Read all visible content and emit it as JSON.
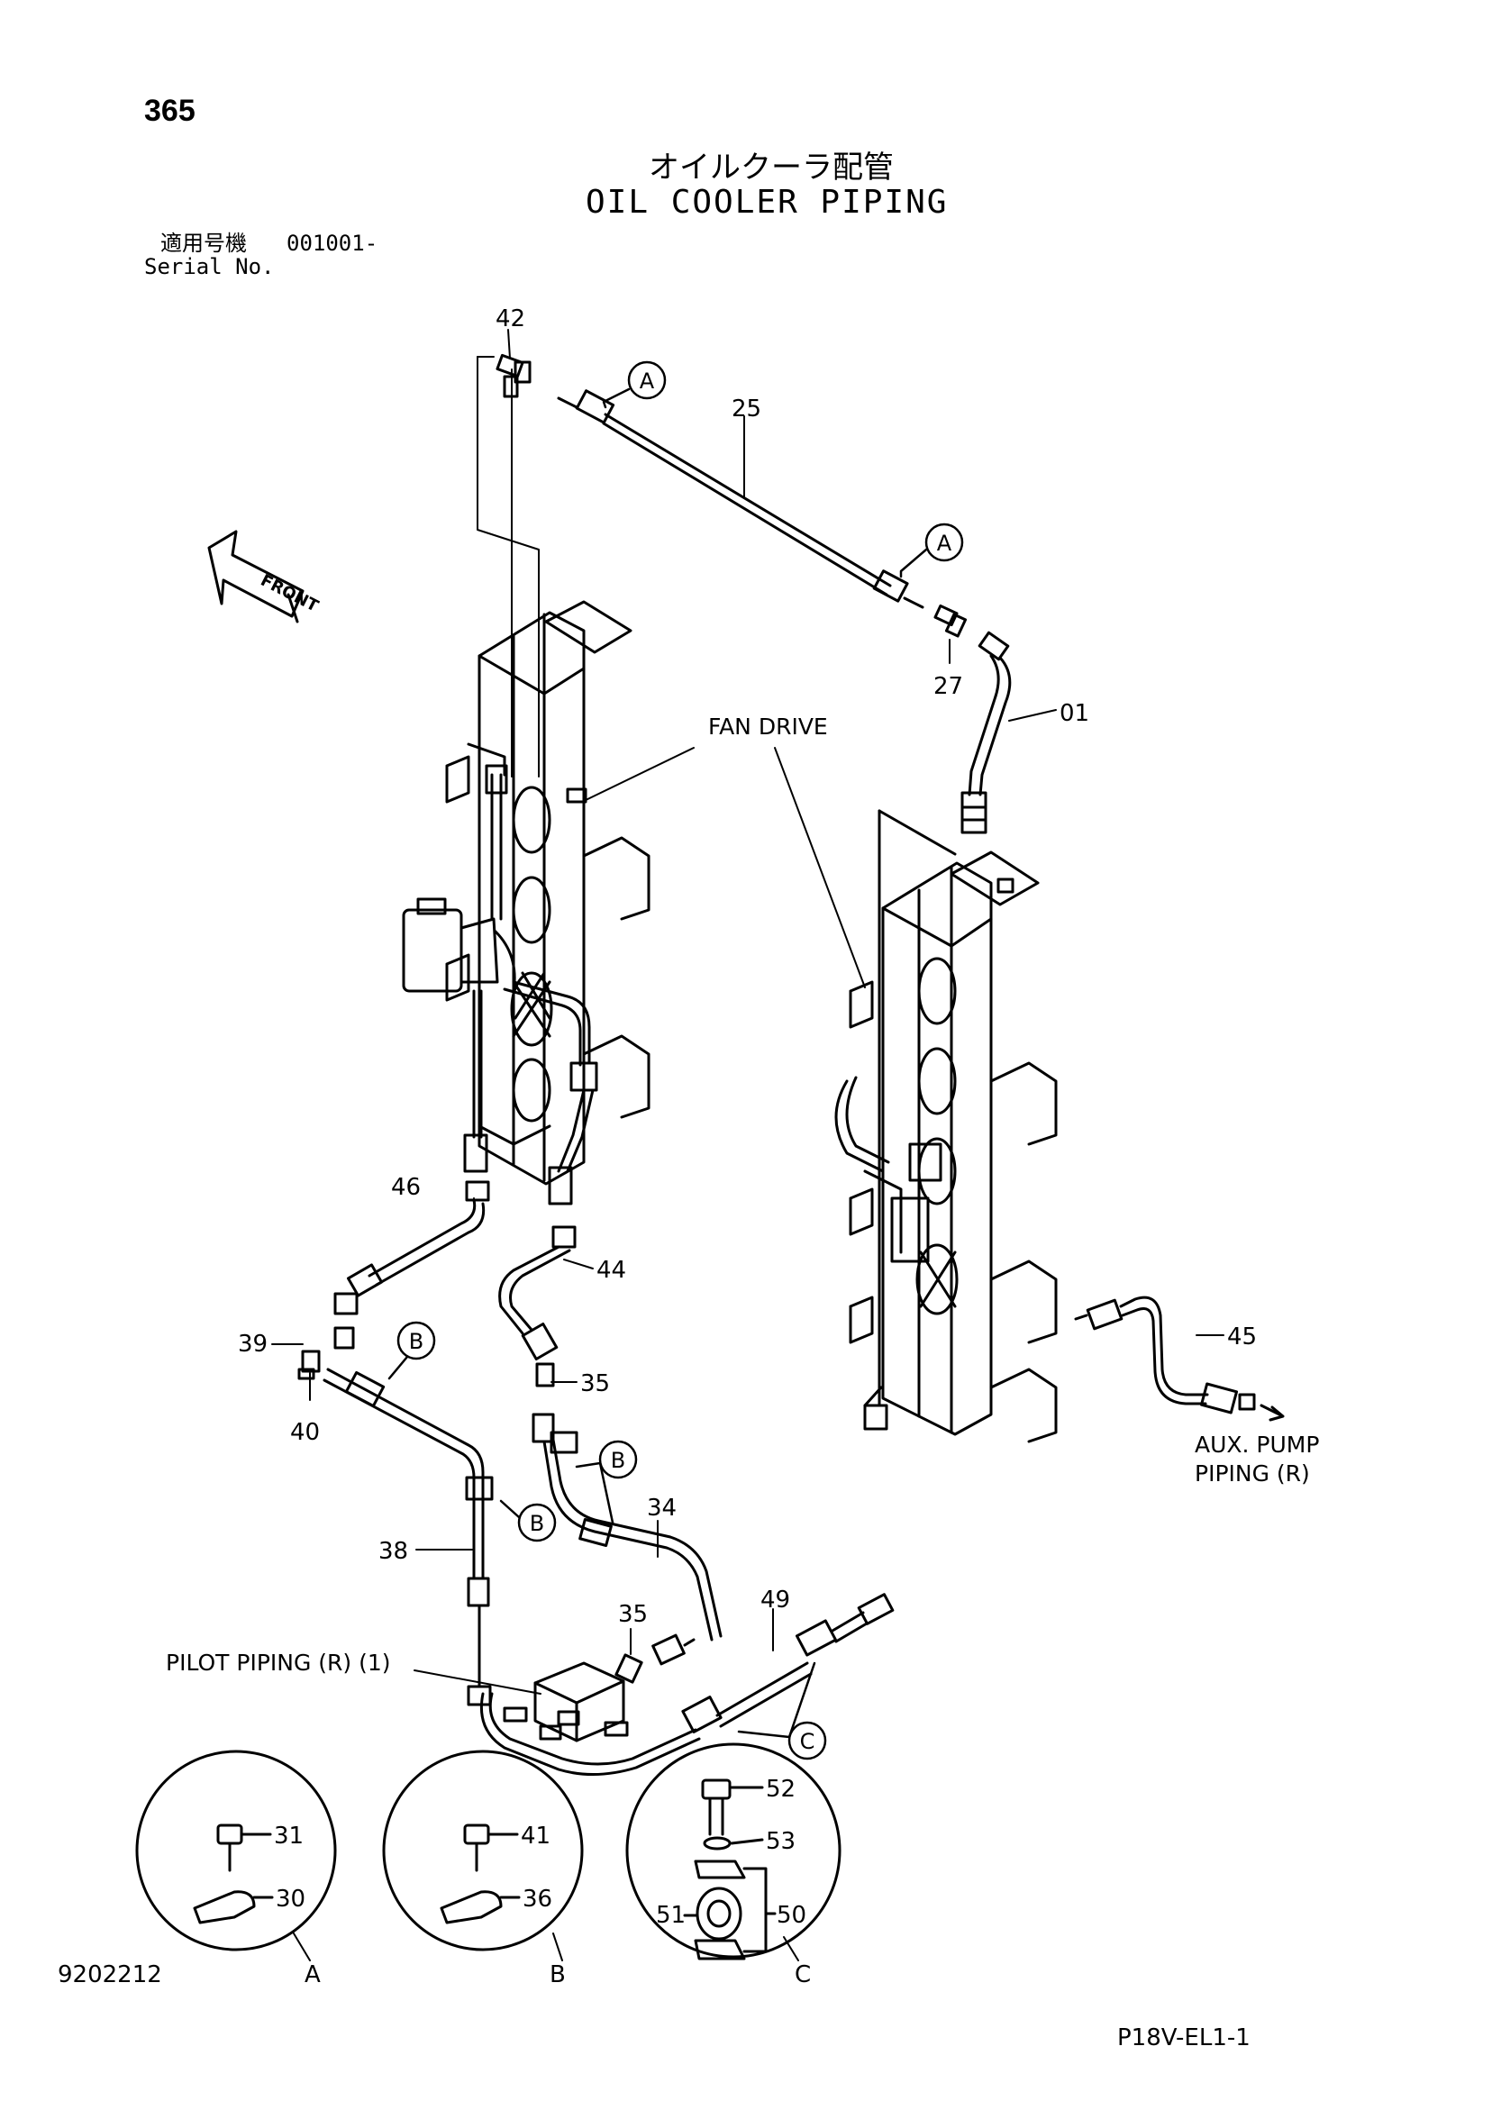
{
  "page_number": "365",
  "title_jp": "オイルクーラ配管",
  "title_en": "OIL COOLER PIPING",
  "serial": {
    "label_jp": "適用号機",
    "value": "001001-",
    "label_en": "Serial No."
  },
  "front_arrow": "FRONT",
  "labels": {
    "fan_drive": "FAN DRIVE",
    "aux_pump_1": "AUX. PUMP",
    "aux_pump_2": "PIPING (R)",
    "pilot_piping": "PILOT PIPING (R) (1)"
  },
  "part_numbers": {
    "p42": "42",
    "p25": "25",
    "p27": "27",
    "p01": "01",
    "p46": "46",
    "p44": "44",
    "p39": "39",
    "p40": "40",
    "p35a": "35",
    "p35b": "35",
    "p34": "34",
    "p38": "38",
    "p49": "49",
    "p45": "45",
    "p31": "31",
    "p30": "30",
    "p41": "41",
    "p36": "36",
    "p52": "52",
    "p53": "53",
    "p51": "51",
    "p50": "50"
  },
  "callouts": {
    "A": "A",
    "B": "B",
    "C": "C"
  },
  "detail_labels": {
    "A": "A",
    "B": "B",
    "C": "C"
  },
  "doc_code": "9202212",
  "sheet_code": "P18V-EL1-1"
}
